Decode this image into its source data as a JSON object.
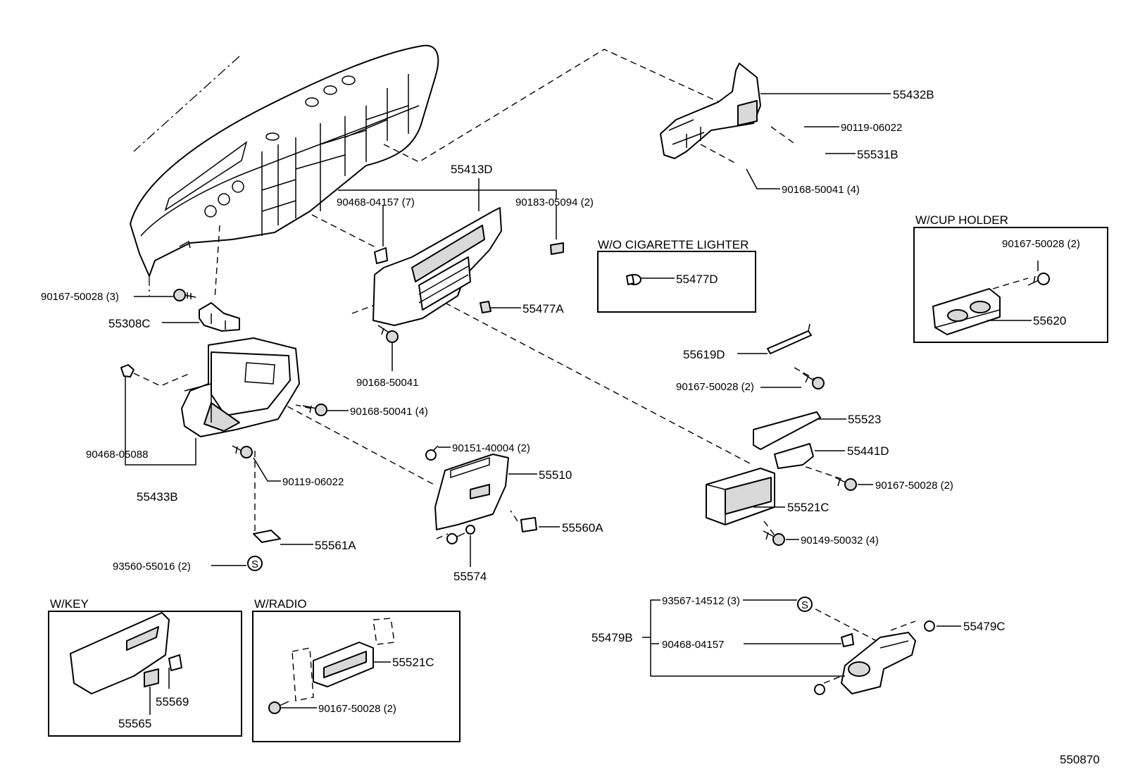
{
  "diagram_id": "550870",
  "insets": {
    "cup_holder": "W/CUP HOLDER",
    "cigarette": "W/O CIGARETTE LIGHTER",
    "key": "W/KEY",
    "radio": "W/RADIO"
  },
  "callouts": {
    "p55432B": "55432B",
    "p90119_06022_top": "90119-06022",
    "p55531B": "55531B",
    "p90168_50041_4_top": "90168-50041 (4)",
    "p55413D": "55413D",
    "p90468_04157_7": "90468-04157 (7)",
    "p90183_05094_2": "90183-05094 (2)",
    "p55477D": "55477D",
    "p90167_50028_2_cup": "90167-50028 (2)",
    "p55620": "55620",
    "p90167_50028_3": "90167-50028 (3)",
    "p55308C": "55308C",
    "p55477A": "55477A",
    "p90168_50041_mid": "90168-50041",
    "p55619D": "55619D",
    "p90167_50028_2_a": "90167-50028 (2)",
    "p90168_50041_4_mid": "90168-50041 (4)",
    "p55523": "55523",
    "p90151_40004_2": "90151-40004 (2)",
    "p55441D": "55441D",
    "p90468_05088": "90468-05088",
    "p55510": "55510",
    "p90167_50028_2_b": "90167-50028 (2)",
    "p55433B": "55433B",
    "p90119_06022_mid": "90119-06022",
    "p55521C": "55521C",
    "p55560A": "55560A",
    "p90149_50032_4": "90149-50032 (4)",
    "p55561A": "55561A",
    "p93560_55016_2": "93560-55016 (2)",
    "p55574": "55574",
    "p93567_14512_3": "93567-14512 (3)",
    "p55479C": "55479C",
    "p55479B": "55479B",
    "p90468_04157": "90468-04157",
    "p55521C_radio": "55521C",
    "p55569": "55569",
    "p55565": "55565",
    "p90167_50028_2_radio": "90167-50028 (2)"
  },
  "symbols": {
    "s_mark": "S"
  }
}
